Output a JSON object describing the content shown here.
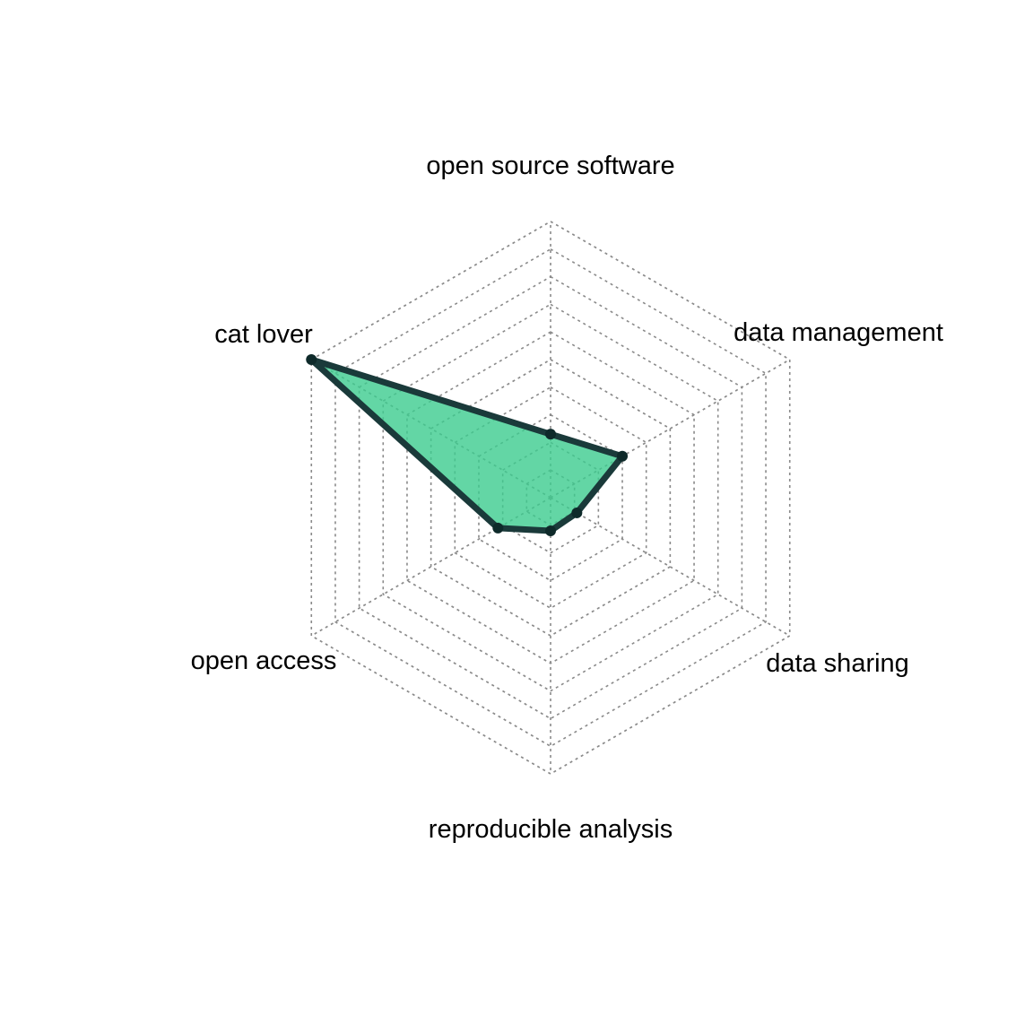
{
  "chart_data": {
    "type": "radar",
    "axes": [
      "open source software",
      "data management",
      "data sharing",
      "reproducible analysis",
      "open access",
      "cat lover"
    ],
    "rmax": 10,
    "grid_levels": 10,
    "series": [
      {
        "values": [
          2.3,
          3.0,
          1.1,
          1.2,
          2.2,
          10
        ]
      }
    ],
    "colors": {
      "fill": "#3ccc8e",
      "fill_opacity": 0.8,
      "line": "#1a3a3a",
      "point": "#0e2a2a",
      "grid": "#8a8a8a"
    }
  }
}
